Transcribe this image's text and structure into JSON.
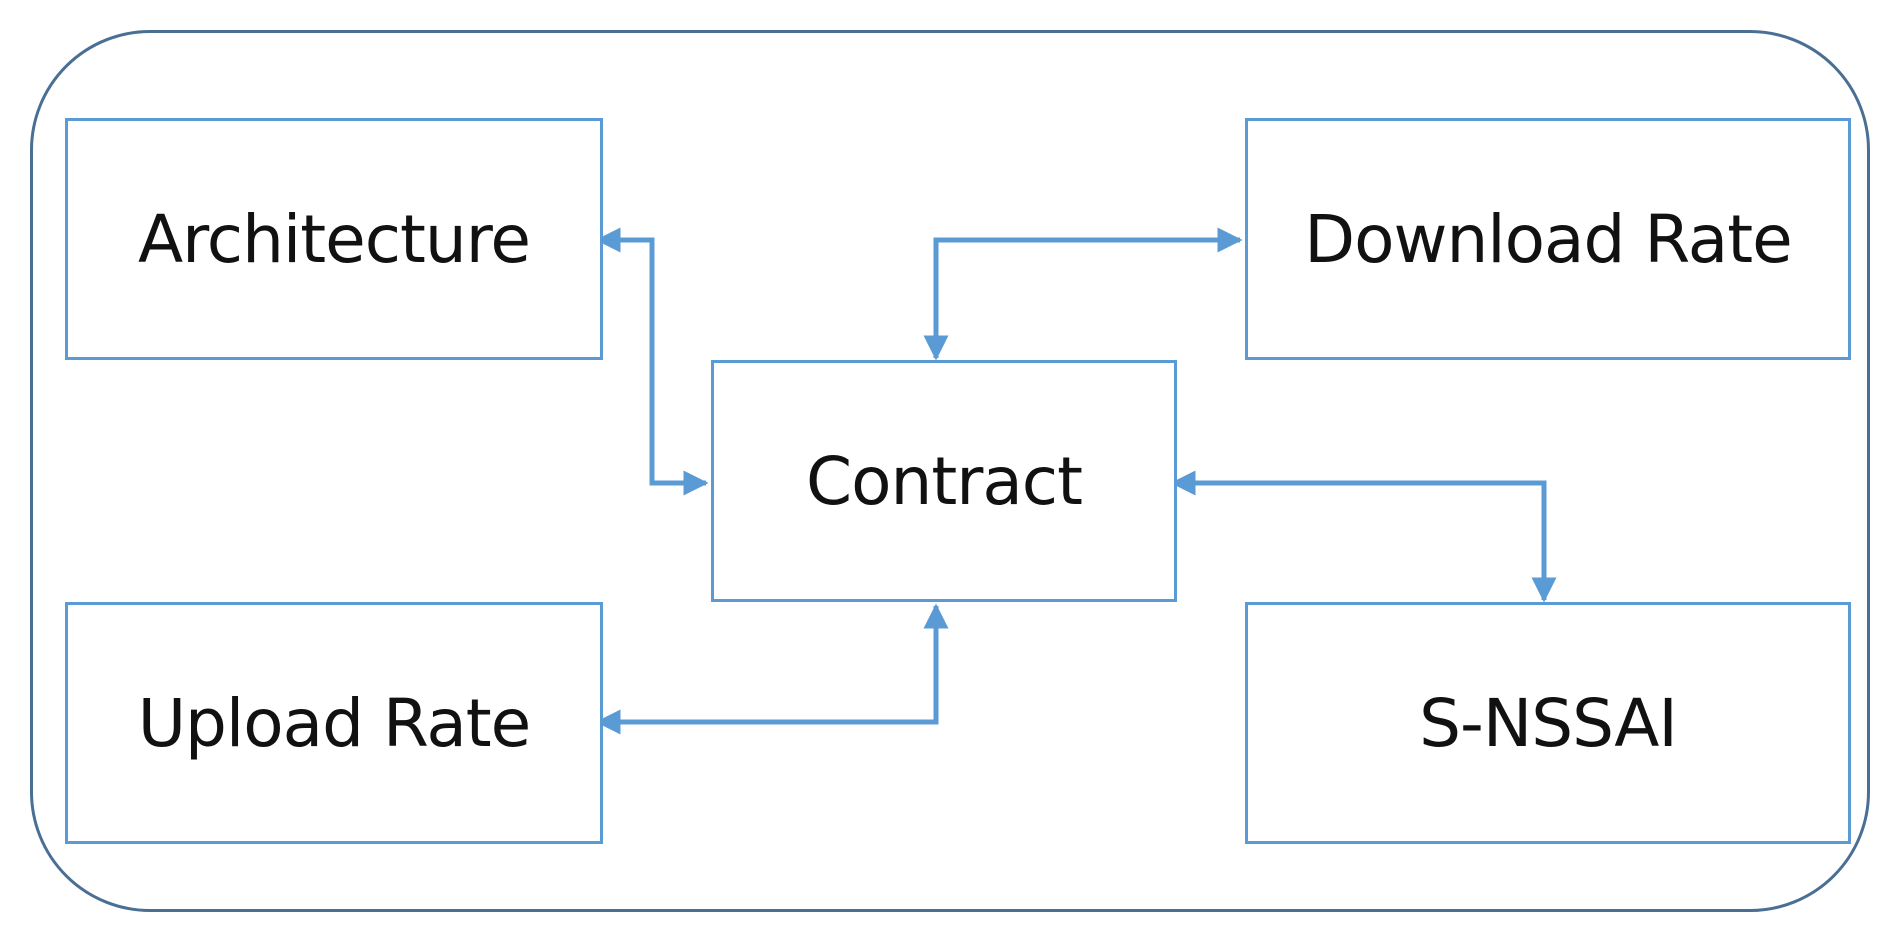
{
  "diagram": {
    "nodes": {
      "architecture": "Architecture",
      "download_rate": "Download Rate",
      "contract": "Contract",
      "upload_rate": "Upload Rate",
      "s_nssai": "S-NSSAI"
    },
    "edges": [
      {
        "from": "contract",
        "to": "architecture",
        "direction": "both"
      },
      {
        "from": "contract",
        "to": "download_rate",
        "direction": "both"
      },
      {
        "from": "contract",
        "to": "upload_rate",
        "direction": "both"
      },
      {
        "from": "contract",
        "to": "s_nssai",
        "direction": "both"
      }
    ],
    "colors": {
      "frame_border": "#4a6f94",
      "box_border": "#5b9bd5",
      "arrow": "#5b9bd5",
      "text": "#111111"
    }
  }
}
